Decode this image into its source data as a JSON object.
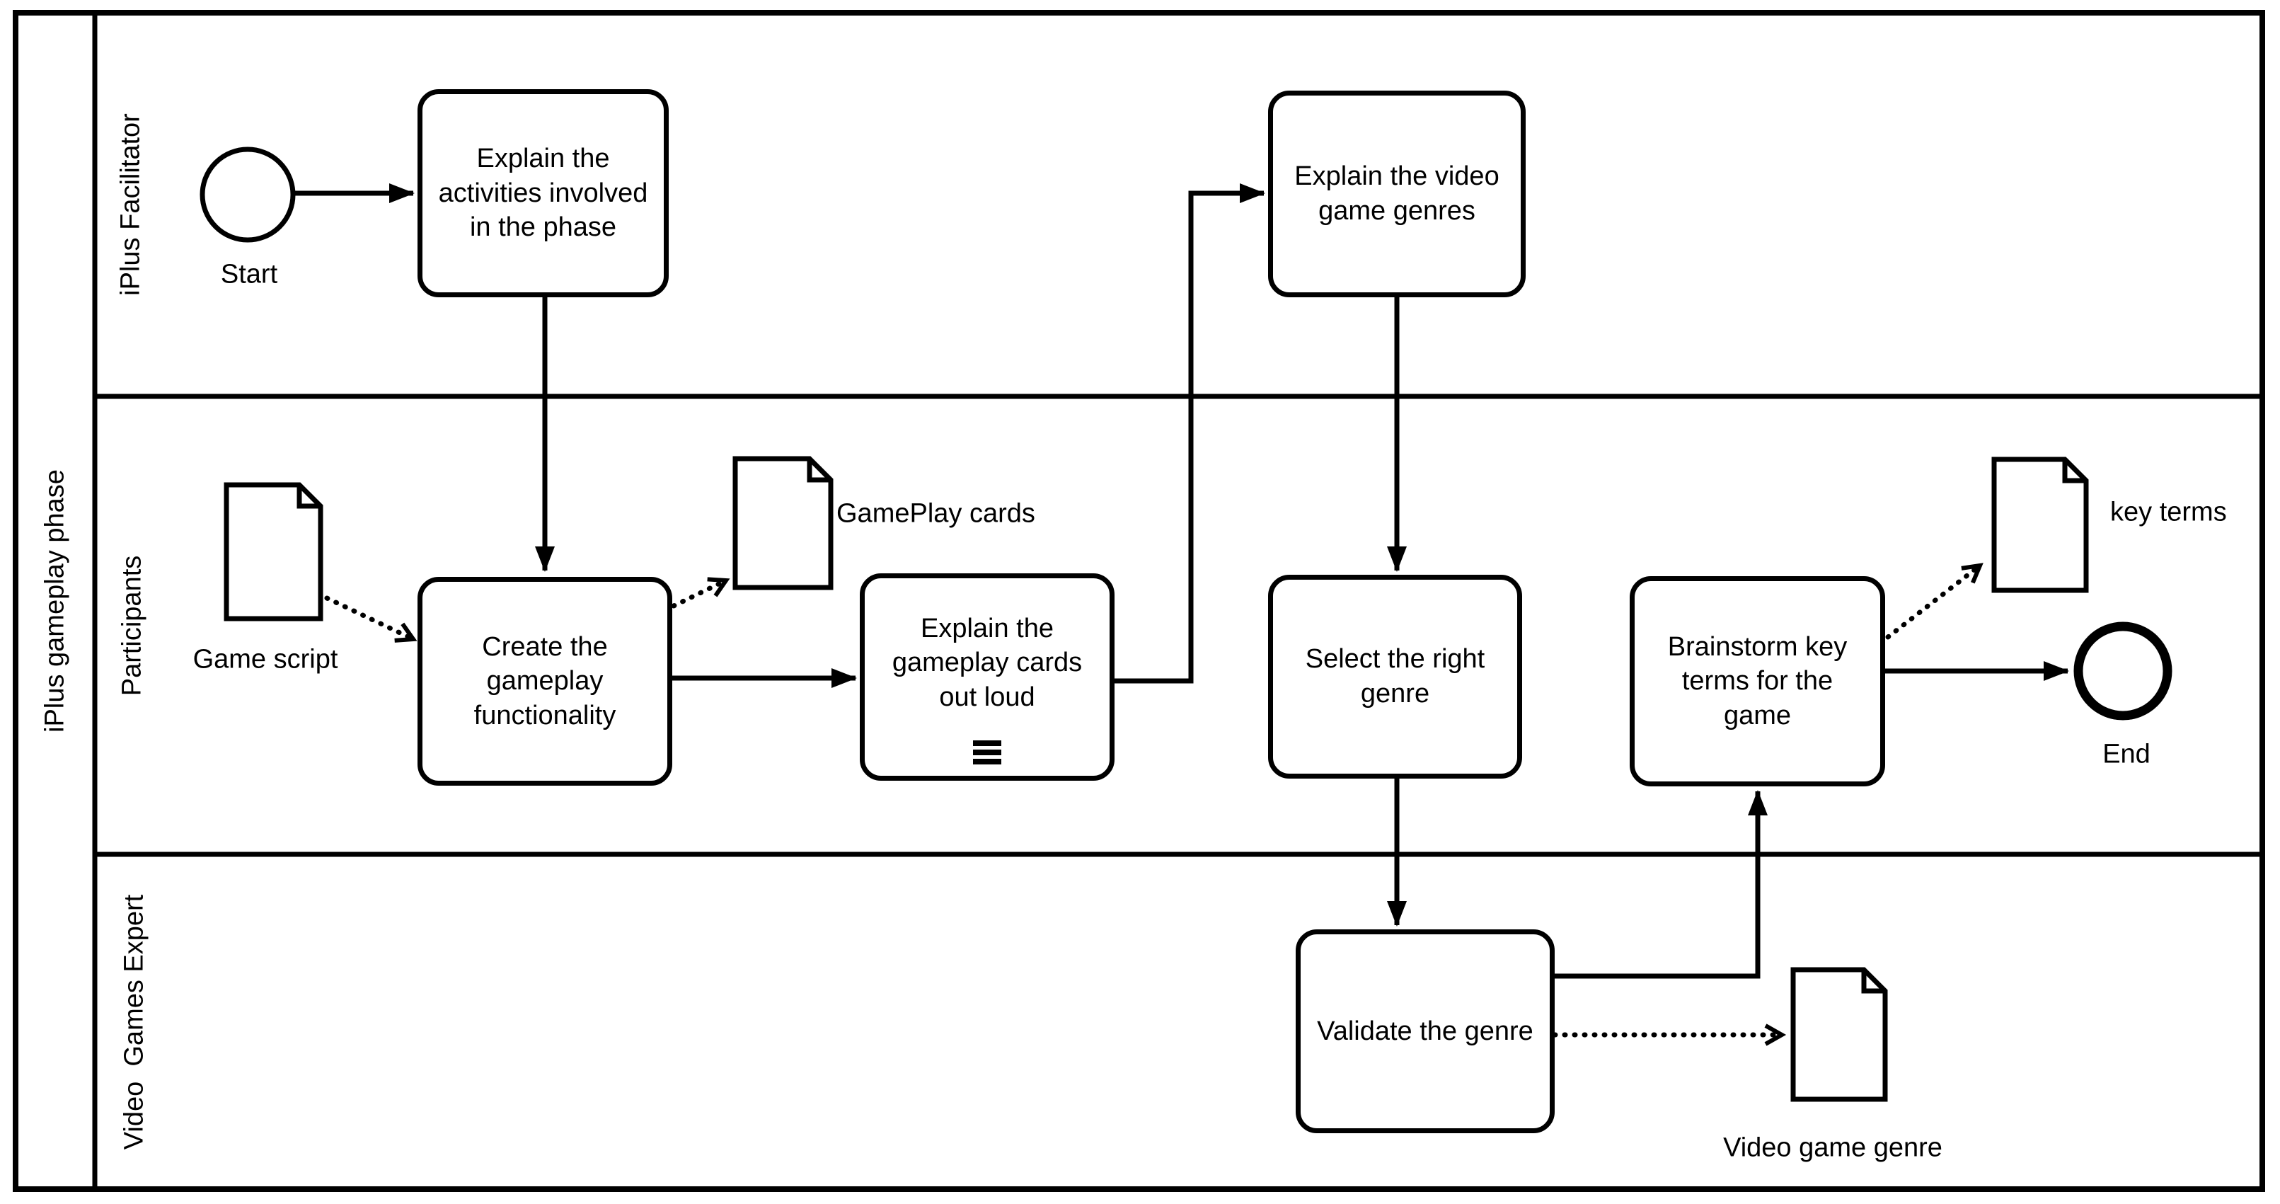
{
  "pool": {
    "label": "iPlus gameplay phase"
  },
  "lanes": [
    {
      "label": "iPlus Facilitator"
    },
    {
      "label": "Participants"
    },
    {
      "label": "Video  Games Expert"
    }
  ],
  "events": {
    "start": {
      "label": "Start"
    },
    "end": {
      "label": "End"
    }
  },
  "tasks": {
    "explain_activities": {
      "label": "Explain the activities involved in the phase"
    },
    "explain_genres": {
      "label": "Explain the video game genres"
    },
    "create_gameplay": {
      "label": "Create the gameplay functionality"
    },
    "explain_cards": {
      "label": "Explain the gameplay cards out loud",
      "marker": "sequential-multi-instance"
    },
    "select_genre": {
      "label": "Select the right genre"
    },
    "brainstorm_key_terms": {
      "label": "Brainstorm key terms for the game"
    },
    "validate_genre": {
      "label": "Validate the genre"
    }
  },
  "data_objects": {
    "game_script": {
      "label": "Game script"
    },
    "gameplay_cards": {
      "label": "GamePlay cards"
    },
    "key_terms": {
      "label": "key terms"
    },
    "video_game_genre": {
      "label": "Video game genre"
    }
  },
  "colors": {
    "stroke": "#000000",
    "background": "#ffffff"
  }
}
